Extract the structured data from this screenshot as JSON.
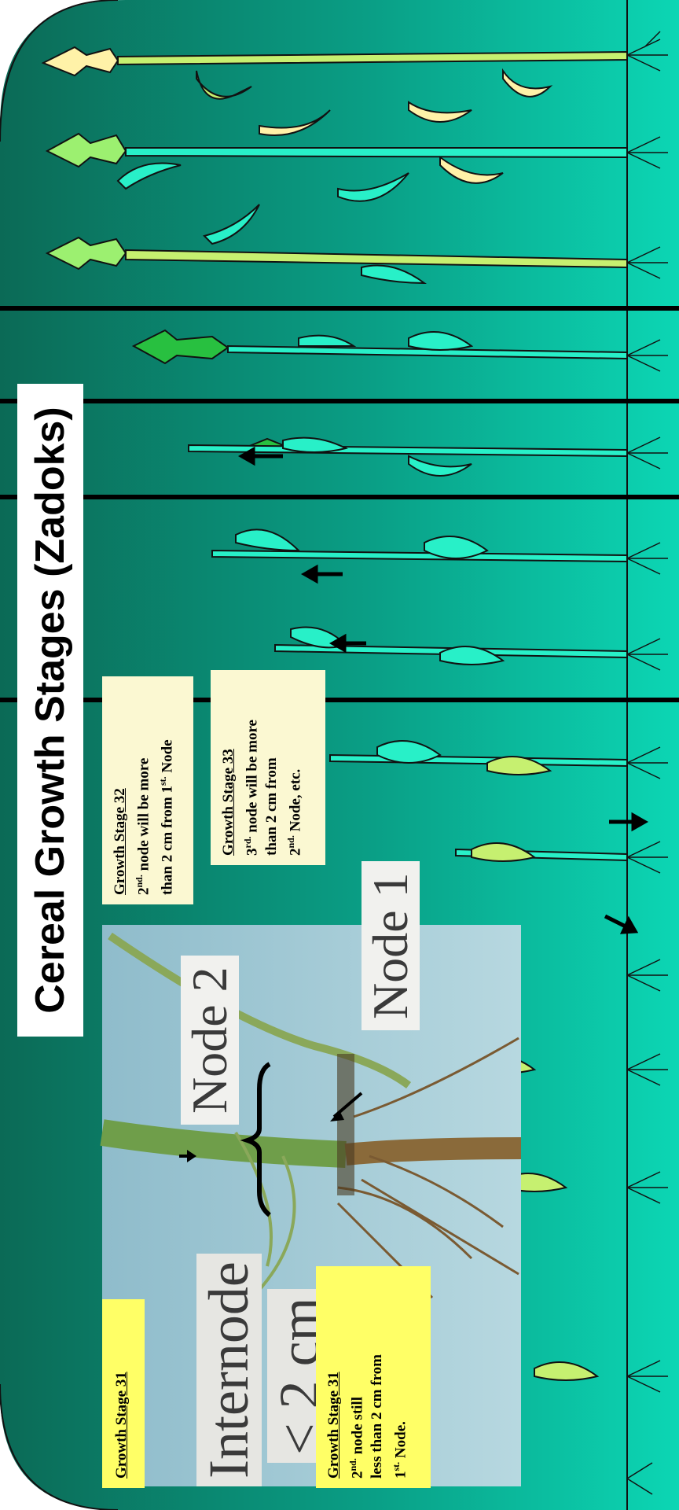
{
  "title": "Cereal Growth Stages (Zadoks)",
  "photo_labels": {
    "node2": "Node 2",
    "node1": "Node 1",
    "internode": "Internode",
    "lt2cm": "< 2 cm"
  },
  "notes": {
    "gs31_photo": {
      "heading": "Growth Stage 31"
    },
    "gs31": {
      "heading": "Growth Stage 31",
      "line1_pre": "2",
      "line1_sup": "nd.",
      "line1_post": " node still",
      "line2": "less than  2 cm from",
      "line3_pre": "1",
      "line3_sup": "st.",
      "line3_post": " Node."
    },
    "gs32": {
      "heading": "Growth Stage 32",
      "line1_pre": "2",
      "line1_sup": "nd.",
      "line1_post": " node will be more",
      "line2_pre": "than  2 cm from 1",
      "line2_sup": "st.",
      "line2_post": " Node"
    },
    "gs33": {
      "heading": "Growth Stage 33",
      "line1_pre": "3",
      "line1_sup": "rd.",
      "line1_post": " node will be more",
      "line2": "than  2 cm from",
      "line3_pre": "2",
      "line3_sup": "nd.",
      "line3_post": " Node, etc."
    }
  },
  "colors": {
    "bg_dark": "#0e6e58",
    "bg_light": "#0bd3b2",
    "leaf_cyan": "#28f0c8",
    "leaf_lime": "#c6f070",
    "leaf_yellow": "#fff2a8",
    "note_cream": "#fbf8d2",
    "note_yellow": "#ffff66"
  }
}
